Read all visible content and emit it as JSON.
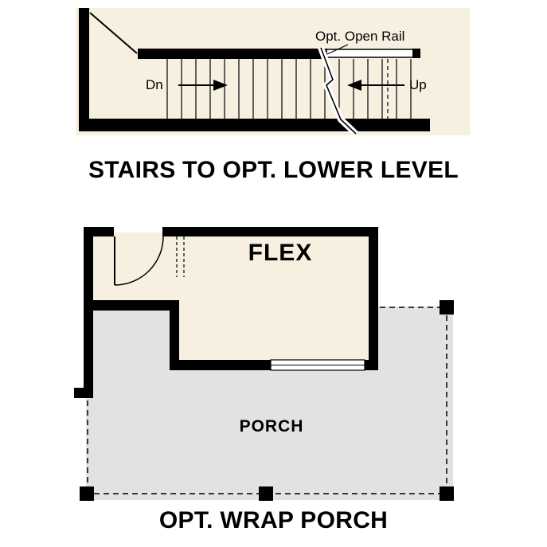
{
  "colors": {
    "floor_cream": "#f7f0e0",
    "porch_gray": "#e2e2e2",
    "line_black": "#000000",
    "background": "#ffffff"
  },
  "stairs_diagram": {
    "title": "STAIRS TO OPT. LOWER LEVEL",
    "labels": {
      "down": "Dn",
      "up": "Up",
      "open_rail": "Opt. Open Rail"
    }
  },
  "porch_diagram": {
    "title": "OPT. WRAP PORCH",
    "labels": {
      "flex_room": "FLEX",
      "porch": "PORCH"
    }
  }
}
